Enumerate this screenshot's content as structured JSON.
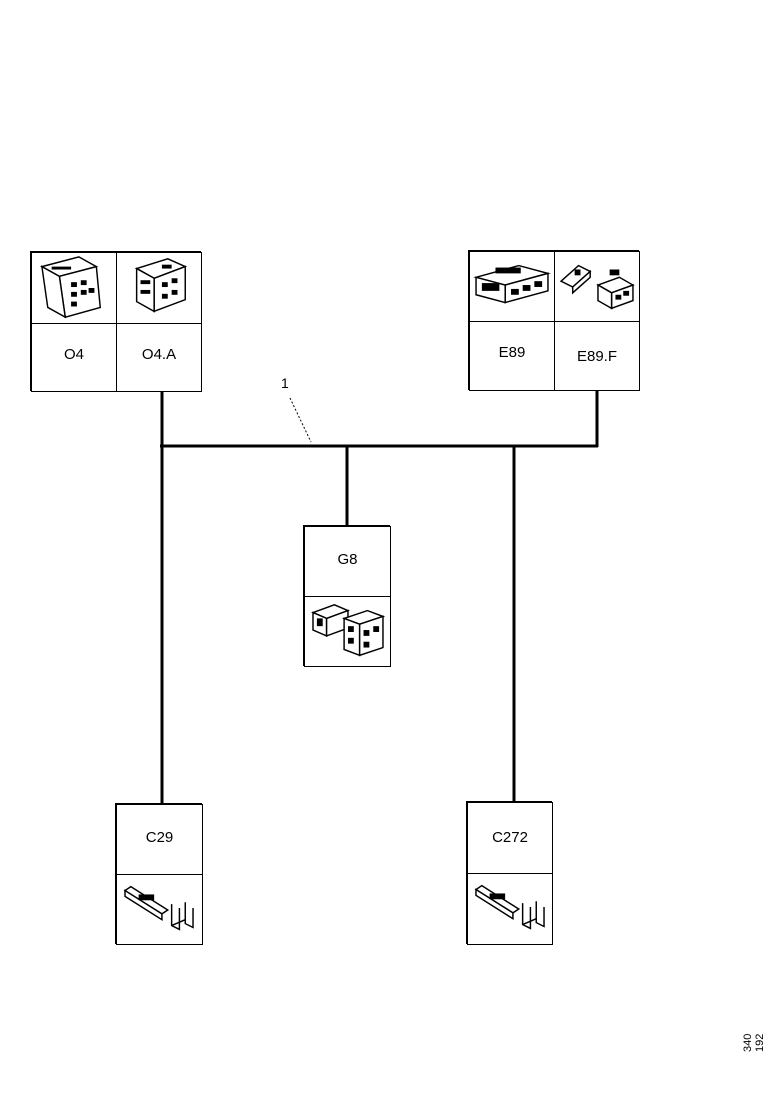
{
  "connectors": {
    "o4": "O4",
    "o4a": "O4.A",
    "e89": "E89",
    "e89f": "E89.F",
    "g8": "G8",
    "c29": "C29",
    "c272": "C272"
  },
  "callout": "1",
  "doc_id": "340 192",
  "icons": {
    "o4": "connector-housing-icon",
    "o4a": "connector-plug-icon",
    "e89": "control-unit-icon",
    "e89f": "plug-connector-icon",
    "g8": "splice-connector-icon",
    "c29": "terminal-pin-icon",
    "c272": "terminal-pin-icon"
  }
}
